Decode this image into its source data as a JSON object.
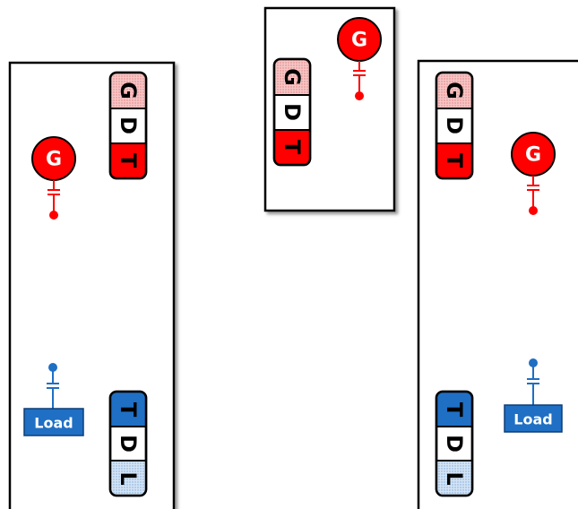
{
  "colors": {
    "red": "#ff0000",
    "red_light": "#f4b8b8",
    "blue": "#1f6fc4",
    "blue_light": "#c6dcf1",
    "border": "#000000"
  },
  "symbols": {
    "generator": "G",
    "load": "Load",
    "gen_stack": [
      "G",
      "D",
      "T"
    ],
    "load_stack": [
      "T",
      "D",
      "L"
    ]
  }
}
